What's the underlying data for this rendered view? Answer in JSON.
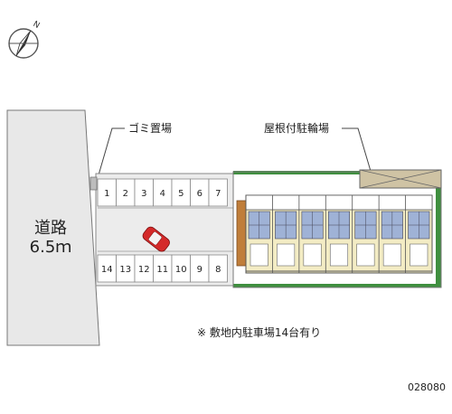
{
  "compass": {
    "north_label": "N"
  },
  "road": {
    "name": "道路",
    "width": "6.5ｍ"
  },
  "labels": {
    "garbage": "ゴミ置場",
    "bike_parking": "屋根付駐輪場",
    "note": "※ 敷地内駐車場14台有り",
    "property_code": "028080"
  },
  "parking": {
    "top_row": [
      "1",
      "2",
      "3",
      "4",
      "5",
      "6",
      "7"
    ],
    "bottom_row": [
      "14",
      "13",
      "12",
      "11",
      "10",
      "9",
      "8"
    ]
  },
  "colors": {
    "road_fill": "#e8e8e8",
    "lot_fill": "#ececec",
    "building_fill": "#f3ecc4",
    "building_blue": "#9fb2d6",
    "green": "#3f8f3f",
    "car": "#d42a2a",
    "roof": "#cfc3a4"
  }
}
